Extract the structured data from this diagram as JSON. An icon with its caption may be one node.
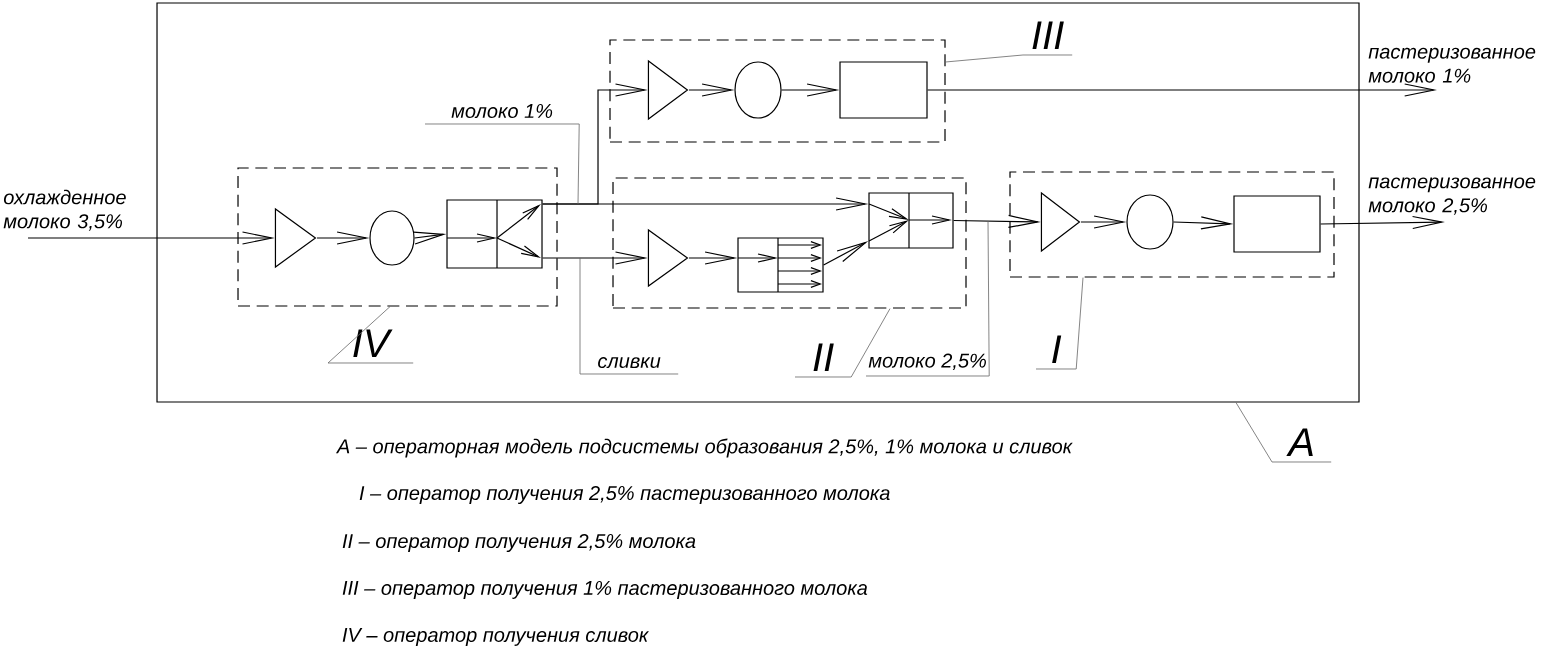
{
  "diagram": {
    "nodes": [
      {
        "text": [],
        "shape": "box"
      },
      {
        "text": [],
        "shape": "box",
        "in": 0
      },
      {
        "text": [],
        "shape": "triangle",
        "in": 1
      },
      {
        "text": [],
        "shape": "circle",
        "in": 1
      },
      {
        "text": [],
        "shape": "box",
        "in": 1
      },
      {
        "text": [],
        "shape": "box",
        "in": 0
      },
      {
        "text": [],
        "shape": "triangle",
        "in": 5
      },
      {
        "text": [],
        "shape": "circle",
        "in": 5
      },
      {
        "text": [],
        "shape": "box",
        "in": 5
      },
      {
        "text": [],
        "shape": "box",
        "in": 0
      },
      {
        "text": [],
        "shape": "triangle",
        "in": 9
      },
      {
        "text": [],
        "shape": "box",
        "in": 9
      },
      {
        "text": [],
        "shape": "box",
        "in": 9
      },
      {
        "text": [],
        "shape": "box",
        "in": 0
      },
      {
        "text": [],
        "shape": "triangle",
        "in": 13
      },
      {
        "text": [],
        "shape": "circle",
        "in": 13
      },
      {
        "text": [],
        "shape": "box",
        "in": 13
      },
      {
        "text": [
          "охлажденное молоко 3,5%"
        ]
      },
      {
        "text": [
          "молоко 1%"
        ],
        "in": 0
      },
      {
        "text": [
          "сливки"
        ],
        "in": 0
      },
      {
        "text": [
          "молоко 2,5%"
        ],
        "in": 0
      },
      {
        "text": [
          "пастеризованное молоко 1%"
        ]
      },
      {
        "text": [
          "пастеризованное молоко 2,5%"
        ]
      },
      {
        "text": [
          "III"
        ],
        "in": 0
      },
      {
        "text": [
          "IV"
        ],
        "in": 0
      },
      {
        "text": [
          "II"
        ],
        "in": 0
      },
      {
        "text": [
          "I"
        ],
        "in": 0
      },
      {
        "text": [
          "A"
        ]
      }
    ],
    "edges": [
      {
        "from": 17,
        "to": 6,
        "arrow": "to"
      },
      {
        "from": 6,
        "to": 7,
        "arrow": "to"
      },
      {
        "from": 7,
        "to": 8,
        "arrow": "to"
      },
      {
        "from": 8,
        "to": 2,
        "arrow": "to"
      },
      {
        "from": 8,
        "to": 12,
        "arrow": "to"
      },
      {
        "from": 8,
        "to": 10,
        "arrow": "to"
      },
      {
        "from": 2,
        "to": 3,
        "arrow": "to"
      },
      {
        "from": 3,
        "to": 4,
        "arrow": "to"
      },
      {
        "from": 4,
        "to": 21,
        "arrow": "to"
      },
      {
        "from": 10,
        "to": 11,
        "arrow": "to"
      },
      {
        "from": 11,
        "to": 12,
        "arrow": "to"
      },
      {
        "from": 12,
        "to": 14,
        "arrow": "to"
      },
      {
        "from": 14,
        "to": 15,
        "arrow": "to"
      },
      {
        "from": 15,
        "to": 16,
        "arrow": "to"
      },
      {
        "from": 16,
        "to": 22,
        "arrow": "to"
      },
      {
        "from": 18,
        "to": null,
        "arrow": "none",
        "color": "#666666"
      },
      {
        "from": 19,
        "to": null,
        "arrow": "none",
        "color": "#666666"
      },
      {
        "from": 20,
        "to": null,
        "arrow": "none",
        "color": "#666666"
      },
      {
        "from": 23,
        "to": 1,
        "arrow": "none",
        "color": "#666666"
      },
      {
        "from": 24,
        "to": 5,
        "arrow": "none",
        "color": "#666666"
      },
      {
        "from": 25,
        "to": 9,
        "arrow": "none",
        "color": "#666666"
      },
      {
        "from": 26,
        "to": 13,
        "arrow": "none",
        "color": "#666666"
      },
      {
        "from": 27,
        "to": 0,
        "arrow": "none",
        "color": "#666666"
      }
    ],
    "labels": [
      "A – операторная модель подсистемы образования 2,5%, 1% молока и сливок",
      "I – оператор получения 2,5% пастеризованного молока",
      "II – оператор получения 2,5% молока",
      "III – оператор получения 1% пастеризованного молока",
      "IV – оператор получения сливок"
    ]
  }
}
